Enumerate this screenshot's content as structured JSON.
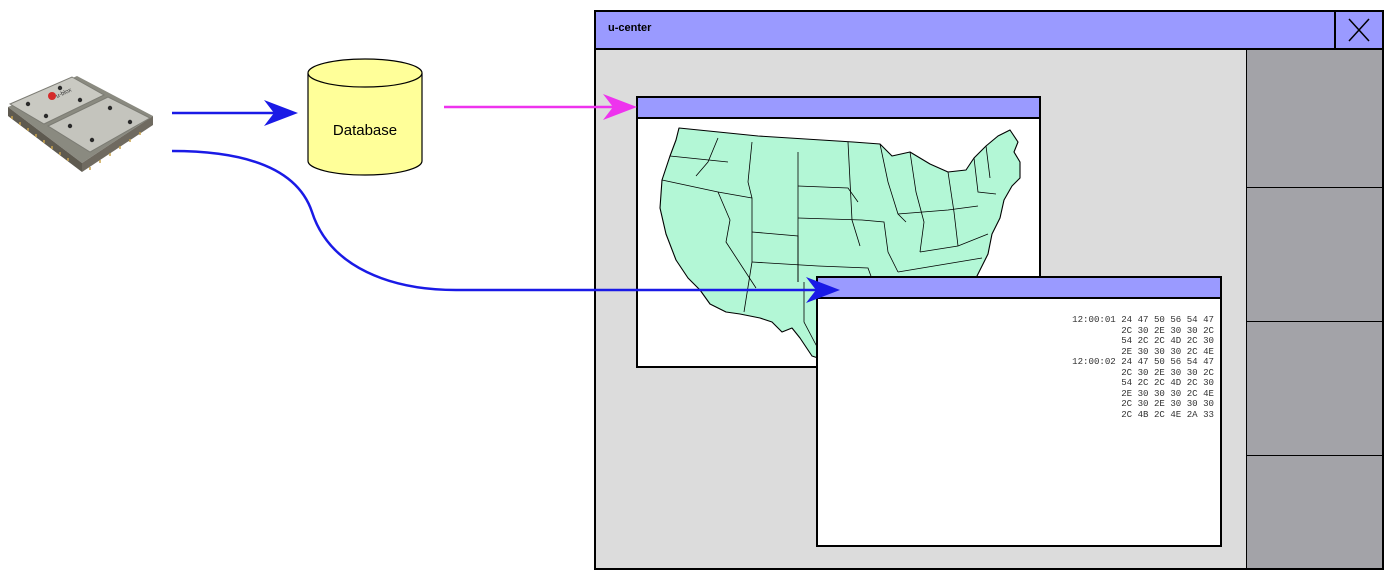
{
  "database": {
    "label": "Database"
  },
  "chip": {
    "brand": "u-blox"
  },
  "ucenter": {
    "title": "u-center"
  },
  "hex_log": {
    "entries": [
      {
        "time": "12:00:01",
        "lines": [
          "24 47 50 56 54 47",
          "2C 30 2E 30 30 2C",
          "54 2C 2C 4D 2C 30",
          "2E 30 30 30 2C 4E"
        ]
      },
      {
        "time": "12:00:02",
        "lines": [
          "24 47 50 56 54 47",
          "2C 30 2E 30 30 2C",
          "54 2C 2C 4D 2C 30",
          "2E 30 30 30 2C 4E",
          "2C 30 2E 30 30 30",
          "2C 4B 2C 4E 2A 33"
        ]
      }
    ]
  },
  "colors": {
    "title_bar": "#9a9aff",
    "arrow_direct": "#1a1ae6",
    "arrow_database": "#ee33ee",
    "map_fill": "#b3f7d6",
    "database_fill": "#ffff99",
    "sidebar": "#a3a3a8",
    "window_bg": "#dcdcdc"
  }
}
